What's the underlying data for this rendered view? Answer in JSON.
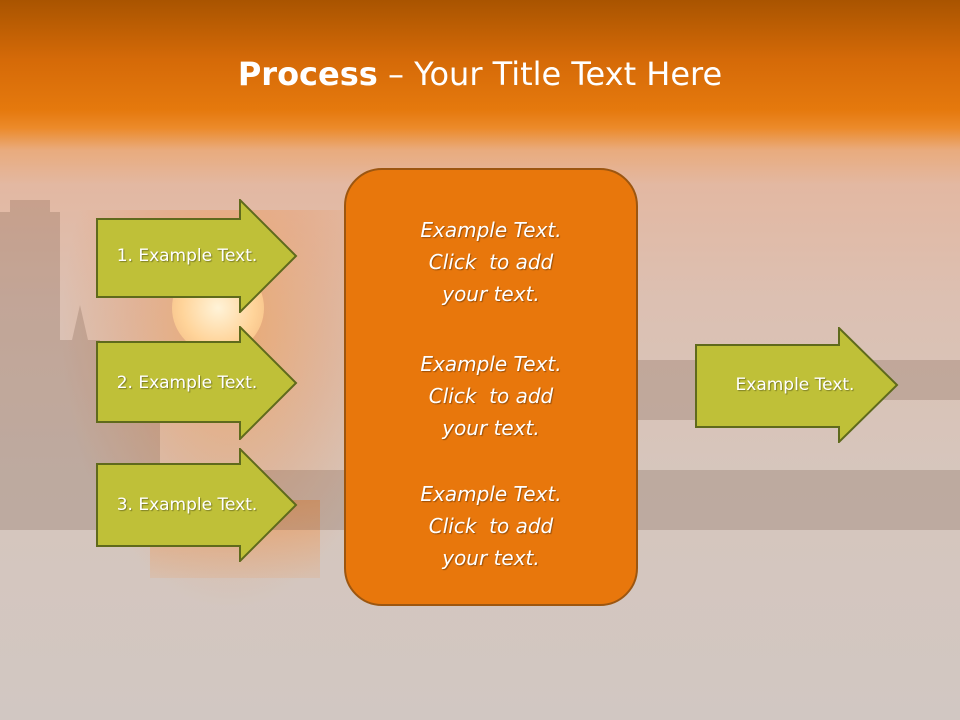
{
  "title": {
    "bold": "Process",
    "separator": " – ",
    "rest": "Your Title Text Here"
  },
  "left_arrows": [
    {
      "label": "1. Example Text."
    },
    {
      "label": "2. Example Text."
    },
    {
      "label": "3. Example Text."
    }
  ],
  "center_blocks": [
    {
      "line1": "Example Text.",
      "line2": "Click  to add",
      "line3": "your text."
    },
    {
      "line1": "Example Text.",
      "line2": "Click  to add",
      "line3": "your text."
    },
    {
      "line1": "Example Text.",
      "line2": "Click  to add",
      "line3": "your text."
    }
  ],
  "right_arrow": {
    "label": "Example Text."
  },
  "colors": {
    "arrow_fill": "#bfc038",
    "arrow_stroke": "#5f6a1c",
    "box_fill": "#e8770c",
    "box_stroke": "#9c5610",
    "header": "#e5790d"
  }
}
